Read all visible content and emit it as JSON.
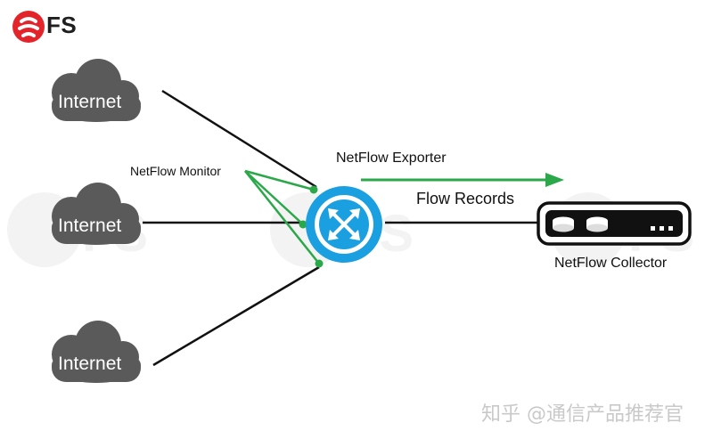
{
  "brand": {
    "logo_text": "FS",
    "logo_color": "#e3252b"
  },
  "clouds": [
    {
      "label": "Internet"
    },
    {
      "label": "Internet"
    },
    {
      "label": "Internet"
    }
  ],
  "labels": {
    "monitor": "NetFlow Monitor",
    "exporter": "NetFlow Exporter",
    "flow_records": "Flow Records",
    "collector": "NetFlow Collector"
  },
  "credit": "知乎 @通信产品推荐官",
  "colors": {
    "router": "#1a9fe0",
    "monitor_lines": "#2aa84a",
    "link_lines": "#111111",
    "cloud": "#5a5a5a"
  }
}
